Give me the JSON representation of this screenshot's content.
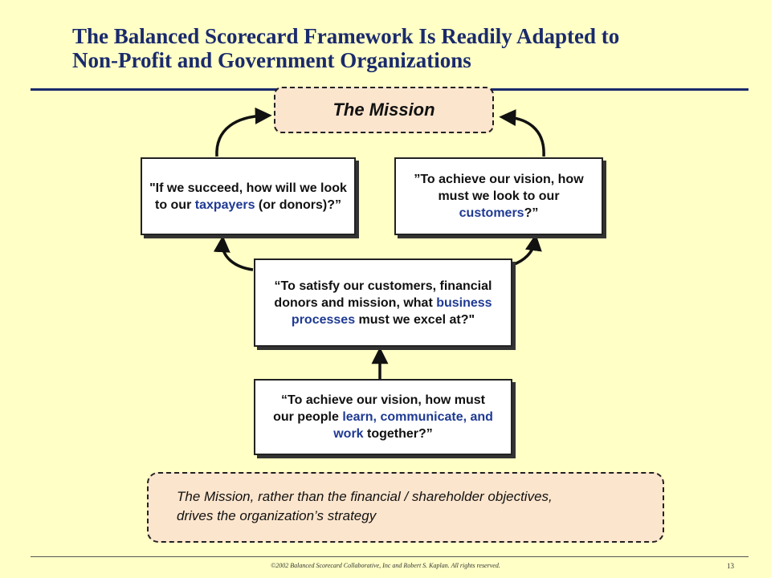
{
  "title": {
    "line1": "The Balanced Scorecard Framework Is Readily Adapted to",
    "line2": "Non-Profit and Government Organizations"
  },
  "mission": {
    "label": "The Mission"
  },
  "boxes": {
    "financial": {
      "p1": "\"If we succeed, how will we look to our ",
      "highlight": "taxpayers",
      "p2": " (or donors)?”"
    },
    "customer": {
      "p1": "”To achieve our vision, how must we look to our ",
      "highlight": "customers",
      "p2": "?”"
    },
    "process": {
      "p1": "“To satisfy our customers, financial donors and mission, what ",
      "highlight": "business processes",
      "p2": " must we excel at?\""
    },
    "learning": {
      "p1": "“To achieve our vision, how must our people ",
      "highlight": "learn, communicate, and work",
      "p2": " together?”"
    }
  },
  "note": {
    "line1": "The Mission, rather than the financial / shareholder objectives,",
    "line2": "drives the organization’s strategy"
  },
  "footer": {
    "copyright": "©2002 Balanced Scorecard Collaborative, Inc and Robert S. Kaplan. All rights reserved.",
    "page_number": "13"
  },
  "colors": {
    "background": "#FFFFC6",
    "title": "#1A2A6C",
    "highlight": "#1F3A93",
    "dashed_box_fill": "#FCE5CD"
  }
}
